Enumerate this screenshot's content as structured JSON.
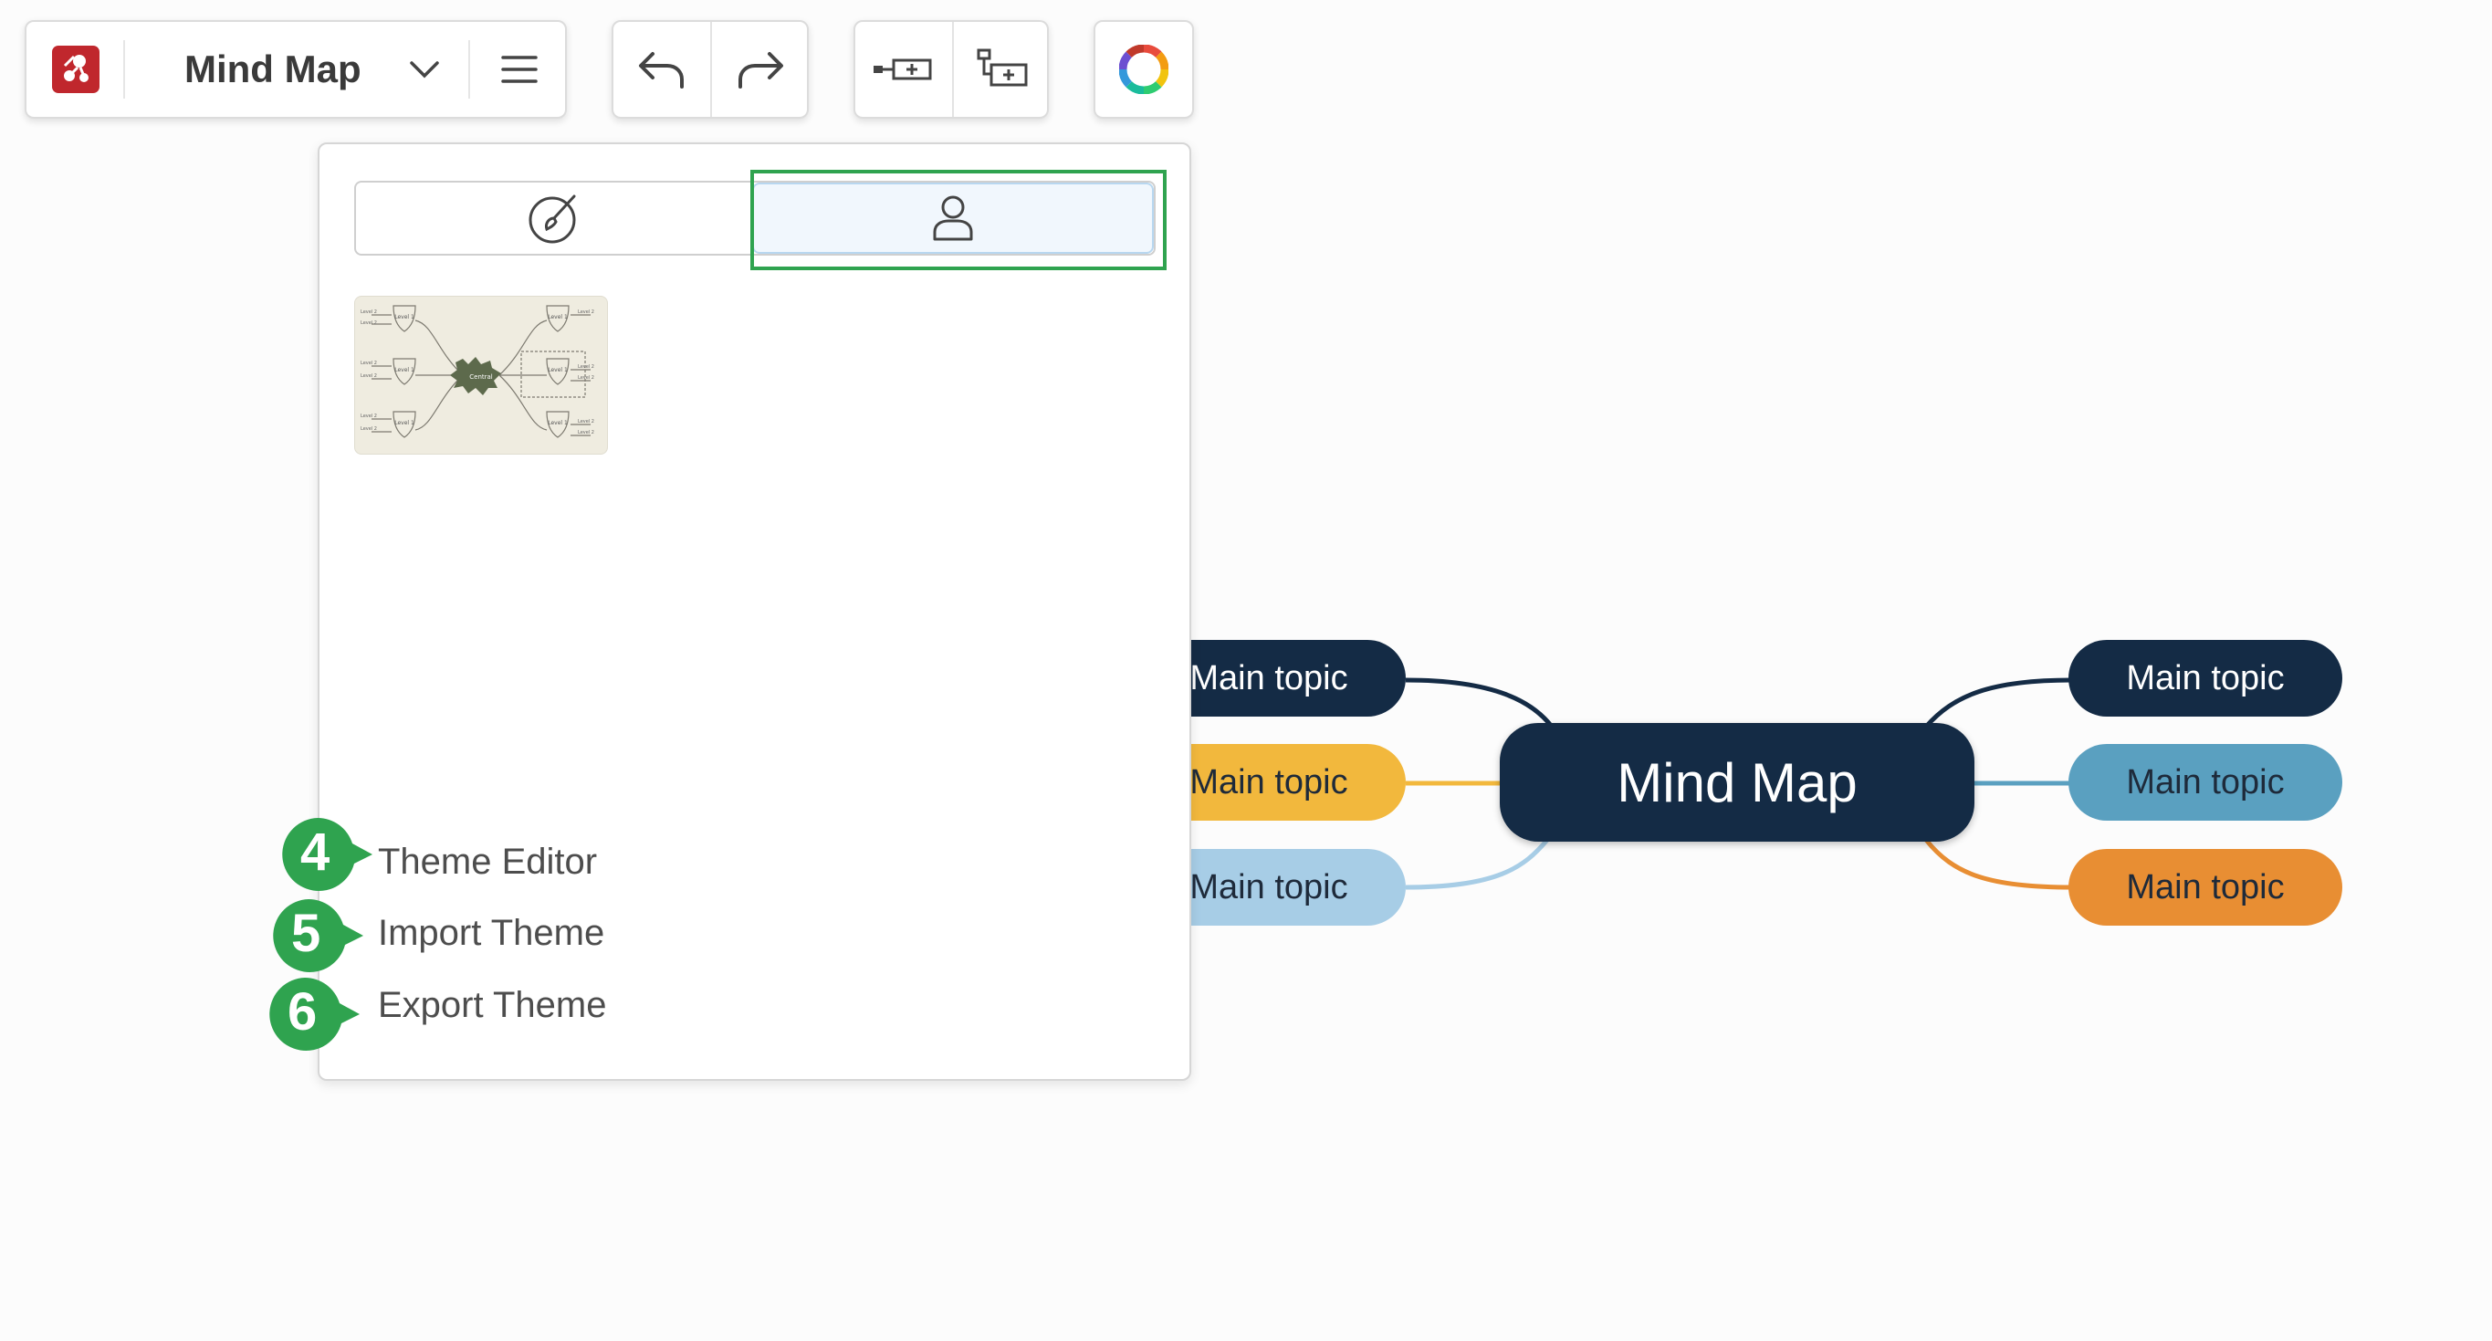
{
  "app": {
    "title": "Mind Map",
    "icons": {
      "logo": "app-logo-icon",
      "dropdown": "chevron-down-icon",
      "menu": "hamburger-menu-icon",
      "undo": "undo-icon",
      "redo": "redo-icon",
      "add_sibling": "add-sibling-topic-icon",
      "add_child": "add-child-topic-icon",
      "theme": "theme-color-wheel-icon"
    }
  },
  "theme_panel": {
    "tabs": [
      {
        "name": "built-in-themes",
        "icon": "paintbrush-icon",
        "selected": false
      },
      {
        "name": "my-themes",
        "icon": "user-icon",
        "selected": true
      }
    ],
    "thumbnail": {
      "central_label": "Central",
      "level1_label": "Level 1",
      "level2_label": "Level 2"
    },
    "menu": [
      {
        "label": "Theme Editor",
        "callout": "4"
      },
      {
        "label": "Import Theme",
        "callout": "5"
      },
      {
        "label": "Export Theme",
        "callout": "6"
      }
    ]
  },
  "mind_map": {
    "central": "Mind Map",
    "left_topics": [
      {
        "label": "Main topic",
        "color": "#142b45",
        "text_color": "#ffffff"
      },
      {
        "label": "Main topic",
        "color": "#f2b83d",
        "text_color": "#1e2a3a"
      },
      {
        "label": "Main topic",
        "color": "#a7cde6",
        "text_color": "#1e2a3a"
      }
    ],
    "right_topics": [
      {
        "label": "Main topic",
        "color": "#142b45",
        "text_color": "#ffffff"
      },
      {
        "label": "Main topic",
        "color": "#5aa0c0",
        "text_color": "#1e2a3a"
      },
      {
        "label": "Main topic",
        "color": "#e88e33",
        "text_color": "#1e2a3a"
      }
    ]
  },
  "colors": {
    "accent_highlight": "#2fa34f",
    "callout": "#2fa34f",
    "logo_red": "#c0272d"
  }
}
